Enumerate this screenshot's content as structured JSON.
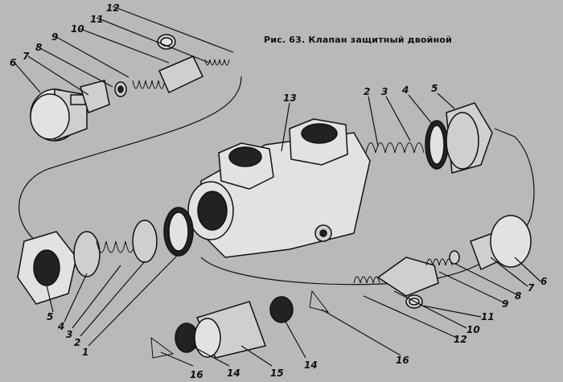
{
  "title": "Рис. 63. Клапан защитный двойной",
  "callouts": [
    "1",
    "2",
    "3",
    "4",
    "5",
    "6",
    "7",
    "8",
    "9",
    "10",
    "11",
    "12",
    "13",
    "14",
    "15",
    "16"
  ],
  "labels": {
    "top_left": [
      "12",
      "11",
      "10",
      "9",
      "8",
      "7",
      "6"
    ],
    "top_right": [
      "2",
      "3",
      "4",
      "5"
    ],
    "center": [
      "13"
    ],
    "bottom_left": [
      "5",
      "4",
      "3",
      "2",
      "1"
    ],
    "bottom_right": [
      "6",
      "7",
      "8",
      "9",
      "10",
      "11",
      "12",
      "16"
    ],
    "bottom_center": [
      "16",
      "14",
      "15",
      "14"
    ]
  }
}
